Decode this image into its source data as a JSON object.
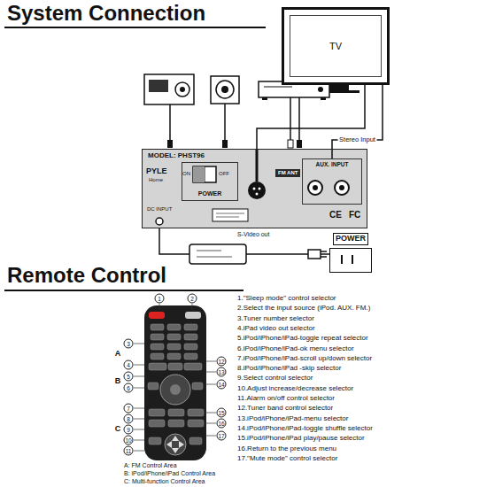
{
  "diagram": {
    "title": "System Connection",
    "nodes": [
      {
        "text": [
          "TV"
        ]
      },
      {
        "text": [
          "MODEL: PHST96"
        ]
      },
      {
        "text": [
          "POWER"
        ],
        "in": 1
      },
      {
        "text": [
          "FM ANT"
        ],
        "in": 1
      },
      {
        "text": [
          "AUX. INPUT"
        ],
        "in": 1
      },
      {
        "text": [
          "POWER"
        ]
      }
    ],
    "edges": [
      {
        "from": 4,
        "to": 0,
        "arrow": "none",
        "label": "Stereo Input"
      },
      {
        "from": 1,
        "to": 0,
        "arrow": "none"
      },
      {
        "from": 1,
        "to": 5,
        "arrow": "none"
      }
    ],
    "labels": [
      "Remote Control",
      "PYLE",
      "Home",
      "ON",
      "OFF",
      "S-Video out",
      "DC INPUT",
      "CE",
      "FC",
      "1",
      "2",
      "3",
      "4",
      "5",
      "6",
      "7",
      "8",
      "9",
      "10",
      "11",
      "12",
      "13",
      "14",
      "15",
      "16",
      "17",
      "A",
      "B",
      "C",
      "1.\"Sleep mode\" control selector",
      "2.Select the input source (iPod. AUX. FM.)",
      "3.Tuner number selector",
      "4.iPad video out selector",
      "5.iPod/iPhone/iPad-toggle repeat selector",
      "6.iPod/iPhone/iPad-ok menu selector",
      "7.iPod/iPhone/iPad-scroll up/down selector",
      "8.iPod/iPhone/iPad -skip selector",
      "9.Select control selector",
      "10.Adjust increase/decrease selector",
      "11.Alarm on/off control selector",
      "12.Tuner band control selector",
      "13.iPod/iPhone/iPad-menu selector",
      "14.iPod/iPhone/iPad-toggle shuffle selector",
      "15.iPod/iPhone/iPad play/pause selector",
      "16.Return to the previous menu",
      "17.\"Mute mode\" control selector",
      "A: FM Control Area",
      "B: iPod/iPhone/iPad Control Area",
      "C: Multi-function Control Area"
    ]
  }
}
